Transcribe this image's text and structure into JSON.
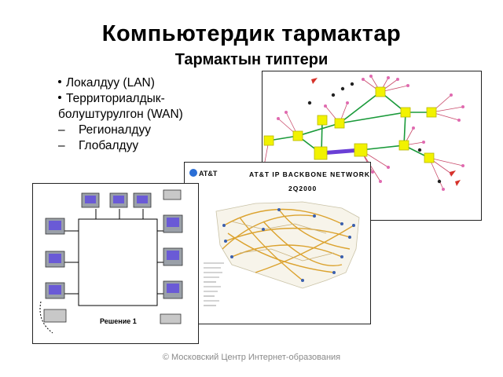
{
  "slide": {
    "title": "Компьютердик тармактар",
    "subtitle": "Тармактын типтери",
    "bullets": [
      "Локалдуу (LAN)",
      "Территориалдык-болуштурулгон (WAN)"
    ],
    "sub_bullets": [
      "Регионалдуу",
      "Глобалдуу"
    ],
    "copyright": "© Московский Центр Интернет-образования"
  },
  "att_map": {
    "logo": "AT&T",
    "title": "AT&T IP BACKBONE NETWORK",
    "year": "2Q2000"
  },
  "lan_diagram": {
    "caption": "Решение 1"
  },
  "colors": {
    "switch_yellow": "#f2f200",
    "link_green": "#1a9a3a",
    "backbone_purple": "#6a3fd6",
    "route_orange": "#d99a1a",
    "copyright_gray": "#8a8a8a"
  }
}
